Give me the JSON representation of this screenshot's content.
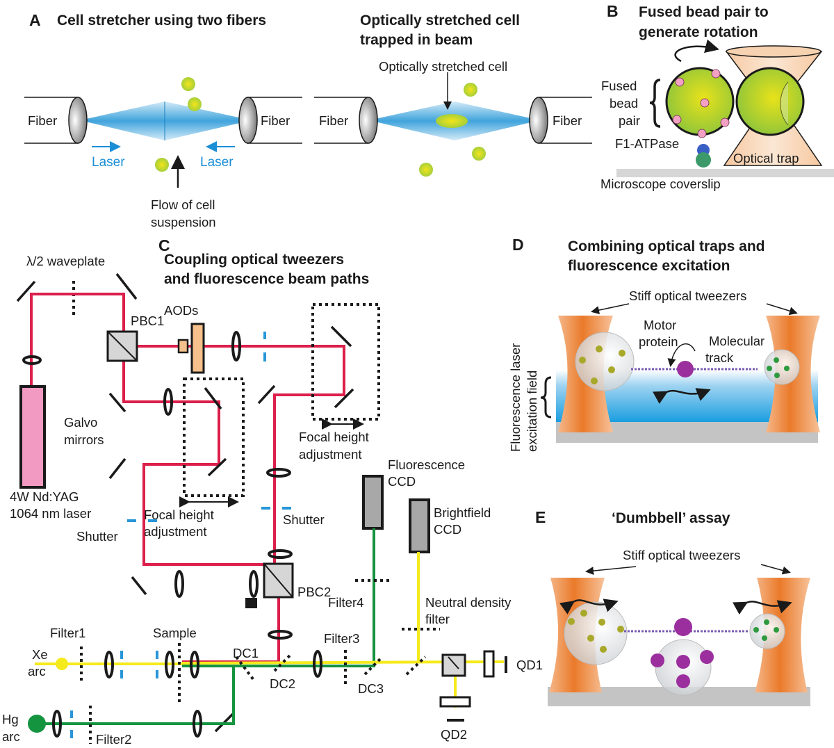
{
  "panels": {
    "A": {
      "letter": "A",
      "title_left": "Cell stretcher using two fibers",
      "title_right_line1": "Optically stretched cell",
      "title_right_line2": "trapped in beam",
      "fiber_label": "Fiber",
      "laser_label": "Laser",
      "flow_line1": "Flow of cell",
      "flow_line2": "suspension",
      "stretched_cell_label": "Optically stretched cell"
    },
    "B": {
      "letter": "B",
      "title_line1": "Fused bead pair to",
      "title_line2": "generate rotation",
      "bead_line1": "Fused",
      "bead_line2": "bead",
      "bead_line3": "pair",
      "f1_label": "F1-ATPase",
      "trap_label": "Optical trap",
      "coverslip_label": "Microscope coverslip"
    },
    "C": {
      "letter": "C",
      "title_line1": "Coupling optical tweezers",
      "title_line2": "and fluorescence beam paths",
      "waveplate": "λ/2 waveplate",
      "pbc1": "PBC1",
      "pbc2": "PBC2",
      "aods": "AODs",
      "galvo_line1": "Galvo",
      "galvo_line2": "mirrors",
      "laser_line1": "4W Nd:YAG",
      "laser_line2": "1064 nm laser",
      "focal_line1": "Focal height",
      "focal_line2": "adjustment",
      "shutter": "Shutter",
      "fluor_ccd_line1": "Fluorescence",
      "fluor_ccd_line2": "CCD",
      "bright_ccd_line1": "Brightfield",
      "bright_ccd_line2": "CCD",
      "filter1": "Filter1",
      "filter2": "Filter2",
      "filter3": "Filter3",
      "filter4": "Filter4",
      "nd_line1": "Neutral density",
      "nd_line2": "filter",
      "sample": "Sample",
      "xe_line1": "Xe",
      "xe_line2": "arc",
      "hg_line1": "Hg",
      "hg_line2": "arc",
      "dc1": "DC1",
      "dc2": "DC2",
      "dc3": "DC3",
      "qd1": "QD1",
      "qd2": "QD2"
    },
    "D": {
      "letter": "D",
      "title_line1": "Combining optical traps and",
      "title_line2": "fluorescence excitation",
      "tweezers": "Stiff optical tweezers",
      "motor_line1": "Motor",
      "motor_line2": "protein",
      "track_line1": "Molecular",
      "track_line2": "track",
      "field_line1": "Fluorescence laser",
      "field_line2": "excitation field"
    },
    "E": {
      "letter": "E",
      "title": "‘Dumbbell’ assay",
      "tweezers": "Stiff optical tweezers"
    }
  },
  "colors": {
    "trap_laser": "#dc1f4b",
    "xe_light": "#f5ea1c",
    "hg_light": "#14943f",
    "shutter": "#2896d8",
    "beam_blue": "#1b8fd6",
    "trap_orange": "#f08a3c",
    "motor_purple": "#9b2f9e"
  }
}
